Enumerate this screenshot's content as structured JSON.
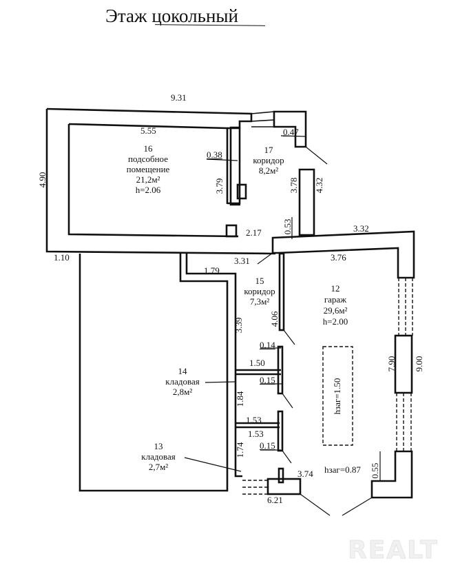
{
  "title": "Этаж цокольный",
  "rooms": [
    {
      "number": "16",
      "name_line1": "подсобное",
      "name_line2": "помещение",
      "area": "21,2м²",
      "height": "h=2.06"
    },
    {
      "number": "17",
      "name_line1": "коридор",
      "area": "8,2м²"
    },
    {
      "number": "15",
      "name_line1": "коридор",
      "area": "7,3м²"
    },
    {
      "number": "12",
      "name_line1": "гараж",
      "area": "29,6м²",
      "height": "h=2.00"
    },
    {
      "number": "14",
      "name_line1": "кладовая",
      "area": "2,8м²"
    },
    {
      "number": "13",
      "name_line1": "кладовая",
      "area": "2,7м²"
    }
  ],
  "pit": {
    "label": "hзаг=1.50"
  },
  "garage_floor": {
    "label": "hзаг=0.87"
  },
  "dimensions": {
    "d931": "9.31",
    "d555": "5.55",
    "d490": "4.90",
    "d038": "0.38",
    "d379": "3.79",
    "d047": "0.47",
    "d378": "3.78",
    "d432": "4.32",
    "d053": "0.53",
    "d217": "2.17",
    "d110": "1.10",
    "d331": "3.31",
    "d332": "3.32",
    "d376": "3.76",
    "d179": "1.79",
    "d339": "3.39",
    "d406": "4.06",
    "d014": "0.14",
    "d150": "1.50",
    "d015a": "0.15",
    "d184": "1.84",
    "d153a": "1.53",
    "d153b": "1.53",
    "d015b": "0.15",
    "d174": "1.74",
    "d374": "3.74",
    "d621": "6.21",
    "d790": "7.90",
    "d900": "9.00",
    "d055": "0.55"
  },
  "watermark": "REALT"
}
